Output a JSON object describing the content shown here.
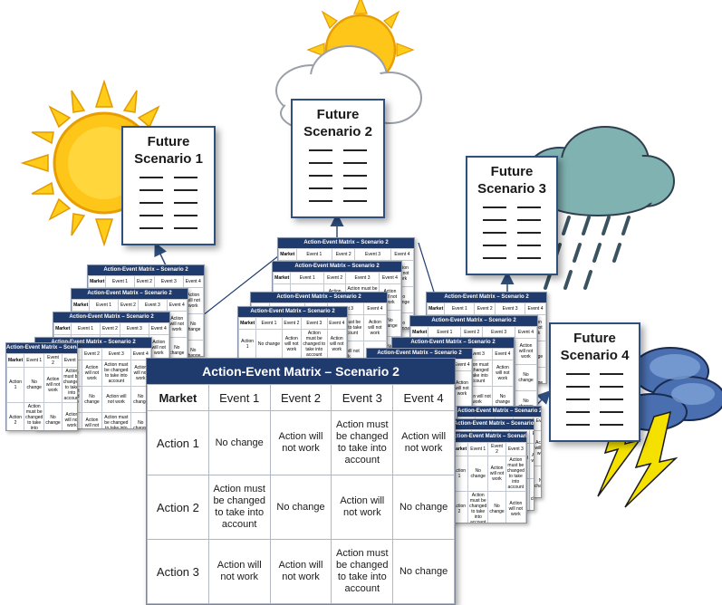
{
  "scenarios": [
    {
      "title_line1": "Future",
      "title_line2": "Scenario 1"
    },
    {
      "title_line1": "Future",
      "title_line2": "Scenario 2"
    },
    {
      "title_line1": "Future",
      "title_line2": "Scenario 3"
    },
    {
      "title_line1": "Future",
      "title_line2": "Scenario 4"
    }
  ],
  "weather_icons": [
    "sun-icon",
    "sun-cloud-icon",
    "rain-cloud-icon",
    "storm-cloud-icon"
  ],
  "colors": {
    "header": "#1f3b6e",
    "card_border": "#2f4f7f",
    "sun": "#ffc61a",
    "rain_cloud": "#7fb2b1",
    "storm_cloud": "#4a6fb0",
    "lightning": "#f5e100"
  },
  "matrix": {
    "title": "Action-Event Matrix – Scenario 2",
    "corner": "Market",
    "events": [
      "Event 1",
      "Event 2",
      "Event 3",
      "Event 4"
    ],
    "rows": [
      {
        "action": "Action 1",
        "cells": [
          "No change",
          "Action will not work",
          "Action must be changed to take into account",
          "Action will not work"
        ]
      },
      {
        "action": "Action 2",
        "cells": [
          "Action must be changed to take into account",
          "No change",
          "Action will not work",
          "No change"
        ]
      },
      {
        "action": "Action 3",
        "cells": [
          "Action will not work",
          "Action will not work",
          "Action must be changed to take into account",
          "No change"
        ]
      }
    ]
  }
}
